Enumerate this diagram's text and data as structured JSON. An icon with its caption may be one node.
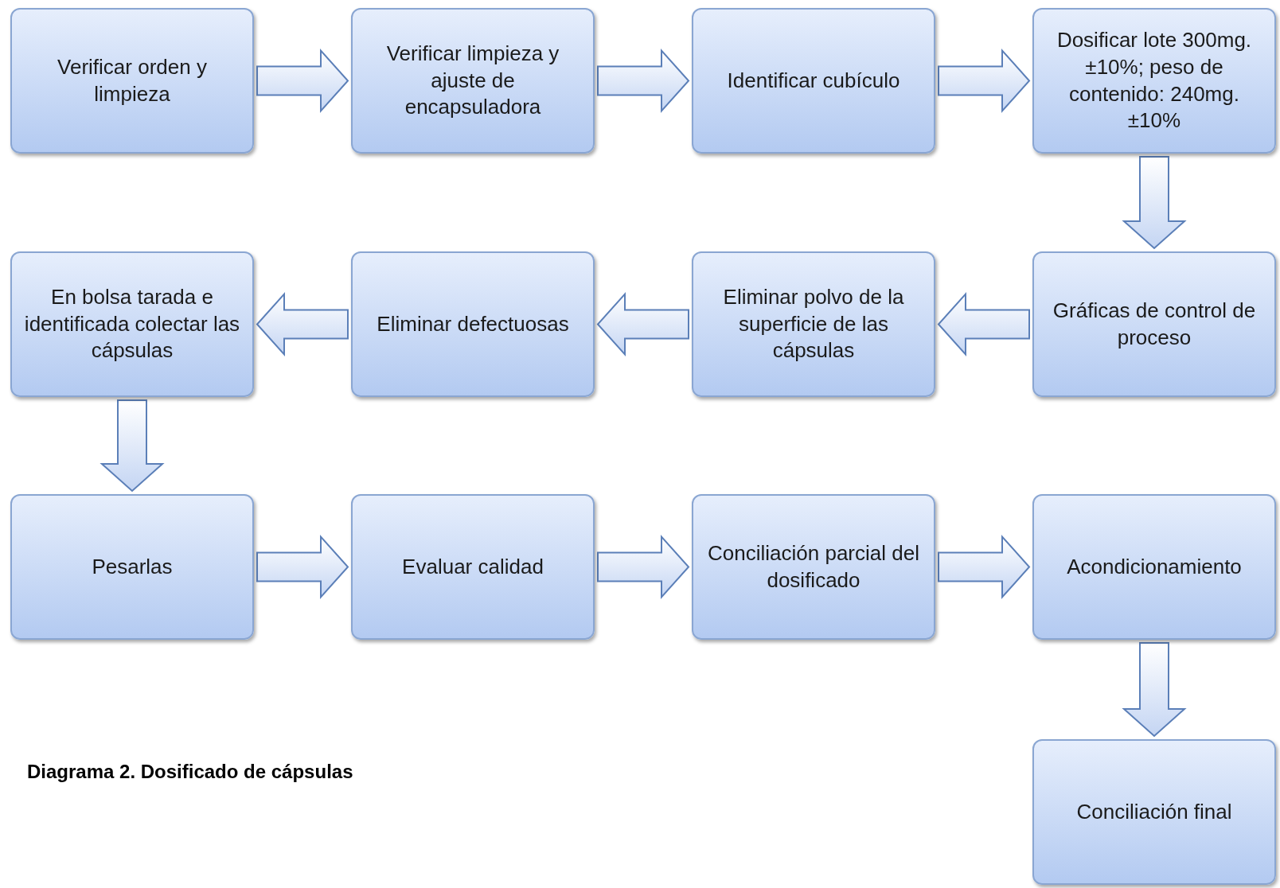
{
  "diagram": {
    "caption": "Diagrama 2. Dosificado de cápsulas",
    "nodes": [
      {
        "text": [
          "Verificar orden y limpieza"
        ]
      },
      {
        "text": [
          "Verificar limpieza y ajuste de encapsuladora"
        ]
      },
      {
        "text": [
          "Identificar cubículo"
        ]
      },
      {
        "text": [
          "Dosificar lote 300mg. ±10%; peso de contenido: 240mg. ±10%"
        ]
      },
      {
        "text": [
          "Gráficas de control de proceso"
        ]
      },
      {
        "text": [
          "Eliminar polvo de la superficie de las cápsulas"
        ]
      },
      {
        "text": [
          "Eliminar defectuosas"
        ]
      },
      {
        "text": [
          "En bolsa tarada e identificada colectar las cápsulas"
        ]
      },
      {
        "text": [
          "Pesarlas"
        ]
      },
      {
        "text": [
          "Evaluar calidad"
        ]
      },
      {
        "text": [
          "Conciliación parcial del dosificado"
        ]
      },
      {
        "text": [
          "Acondicionamiento"
        ]
      },
      {
        "text": [
          "Conciliación final"
        ]
      }
    ],
    "edges": [
      {
        "from": 0,
        "to": 1,
        "arrow": "to"
      },
      {
        "from": 1,
        "to": 2,
        "arrow": "to"
      },
      {
        "from": 2,
        "to": 3,
        "arrow": "to"
      },
      {
        "from": 3,
        "to": 4,
        "arrow": "to"
      },
      {
        "from": 4,
        "to": 5,
        "arrow": "to"
      },
      {
        "from": 5,
        "to": 6,
        "arrow": "to"
      },
      {
        "from": 6,
        "to": 7,
        "arrow": "to"
      },
      {
        "from": 7,
        "to": 8,
        "arrow": "to"
      },
      {
        "from": 8,
        "to": 9,
        "arrow": "to"
      },
      {
        "from": 9,
        "to": 10,
        "arrow": "to"
      },
      {
        "from": 10,
        "to": 11,
        "arrow": "to"
      },
      {
        "from": 11,
        "to": 12,
        "arrow": "to"
      }
    ]
  }
}
